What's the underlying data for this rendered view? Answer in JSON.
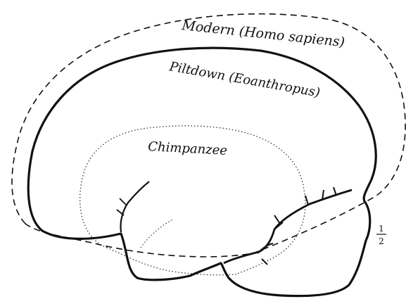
{
  "labels": {
    "modern": "Modern (Homo sapiens)",
    "piltdown": "Piltdown (Eoanthropus)",
    "chimpanzee": "Chimpanzee"
  },
  "scale": {
    "numerator": "1",
    "denominator": "2"
  },
  "colors": {
    "ink": "#111111",
    "background": "#ffffff"
  }
}
